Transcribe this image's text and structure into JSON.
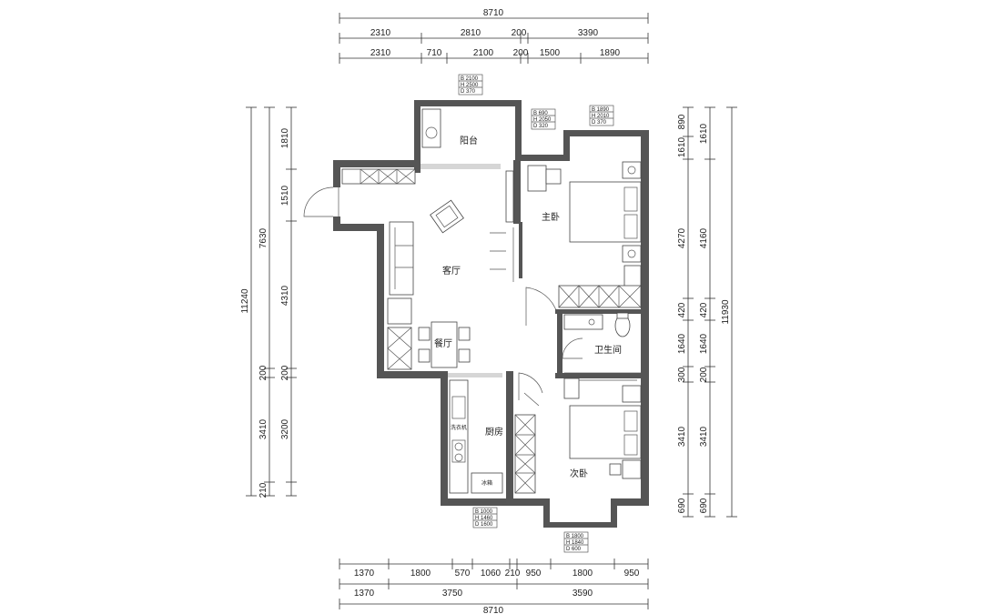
{
  "dimensions": {
    "top_total": "8710",
    "top_row1": [
      "2310",
      "2810",
      "200",
      "3390"
    ],
    "top_row2": [
      "2310",
      "710",
      "2100",
      "200",
      "1500",
      "1890"
    ],
    "bottom_row1": [
      "1370",
      "1800",
      "570",
      "1060",
      "210",
      "950",
      "1800",
      "950"
    ],
    "bottom_row2": [
      "1370",
      "3750",
      "3590"
    ],
    "bottom_total": "8710",
    "left_total": "11240",
    "left_row1": [
      "7630",
      "200",
      "3410",
      "210"
    ],
    "left_row2": [
      "1810",
      "1510",
      "4310",
      "200",
      "3200"
    ],
    "right_total": "11930",
    "right_row1": [
      "1610",
      "4160",
      "420",
      "1640",
      "200",
      "3410",
      "690"
    ],
    "right_row2": [
      "890",
      "1610",
      "4270",
      "420",
      "1640",
      "300",
      "3410",
      "690"
    ]
  },
  "rooms": {
    "balcony": "阳台",
    "master_bedroom": "主卧",
    "living_room": "客厅",
    "dining_room": "餐厅",
    "bathroom": "卫生间",
    "kitchen": "厨房",
    "second_bedroom": "次卧"
  },
  "window_tags": {
    "balcony": [
      "B 2100",
      "H 2500",
      "D 370"
    ],
    "small": [
      "B 690",
      "H 2050",
      "D 320"
    ],
    "master": [
      "B 1890",
      "H 2010",
      "D 370"
    ],
    "kitchen": [
      "B 1000",
      "H 1460",
      "D 1600"
    ],
    "second": [
      "B 1800",
      "H 1840",
      "D 600"
    ]
  },
  "appliance_labels": {
    "washer": "洗衣机",
    "fridge": "冰箱"
  },
  "colors": {
    "wall": "#555555",
    "line": "#333333",
    "background": "#ffffff"
  }
}
